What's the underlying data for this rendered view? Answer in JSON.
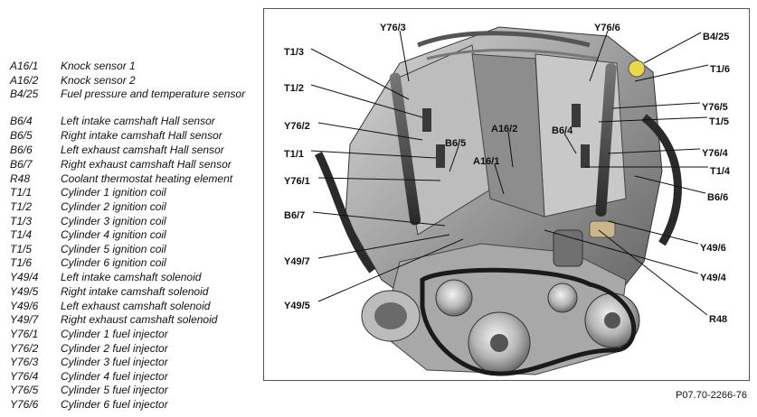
{
  "legend": [
    {
      "code": "A16/1",
      "desc": "Knock sensor 1"
    },
    {
      "code": "A16/2",
      "desc": "Knock sensor 2"
    },
    {
      "code": "B4/25",
      "desc": "Fuel pressure and temperature sensor"
    },
    {
      "code": "B6/4",
      "desc": "Left intake camshaft Hall sensor"
    },
    {
      "code": "B6/5",
      "desc": "Right intake camshaft Hall sensor"
    },
    {
      "code": "B6/6",
      "desc": "Left exhaust camshaft Hall sensor"
    },
    {
      "code": "B6/7",
      "desc": "Right exhaust camshaft Hall sensor"
    },
    {
      "code": "R48",
      "desc": "Coolant thermostat heating element"
    },
    {
      "code": "T1/1",
      "desc": "Cylinder 1 ignition coil"
    },
    {
      "code": "T1/2",
      "desc": "Cylinder 2 ignition coil"
    },
    {
      "code": "T1/3",
      "desc": "Cylinder 3 ignition coil"
    },
    {
      "code": "T1/4",
      "desc": "Cylinder 4 ignition coil"
    },
    {
      "code": "T1/5",
      "desc": "Cylinder 5 ignition coil"
    },
    {
      "code": "T1/6",
      "desc": "Cylinder 6 ignition coil"
    },
    {
      "code": "Y49/4",
      "desc": "Left intake camshaft solenoid"
    },
    {
      "code": "Y49/5",
      "desc": "Right intake camshaft solenoid"
    },
    {
      "code": "Y49/6",
      "desc": "Left exhaust camshaft solenoid"
    },
    {
      "code": "Y49/7",
      "desc": "Right exhaust camshaft solenoid"
    },
    {
      "code": "Y76/1",
      "desc": "Cylinder 1 fuel injector"
    },
    {
      "code": "Y76/2",
      "desc": "Cylinder 2 fuel injector"
    },
    {
      "code": "Y76/3",
      "desc": "Cylinder 3 fuel injector"
    },
    {
      "code": "Y76/4",
      "desc": "Cylinder 4 fuel injector"
    },
    {
      "code": "Y76/5",
      "desc": "Cylinder 5 fuel injector"
    },
    {
      "code": "Y76/6",
      "desc": "Cylinder 6 fuel injector"
    }
  ],
  "callouts": [
    {
      "id": "y76-3",
      "text": "Y76/3"
    },
    {
      "id": "y76-6",
      "text": "Y76/6"
    },
    {
      "id": "b4-25",
      "text": "B4/25"
    },
    {
      "id": "t1-3",
      "text": "T1/3"
    },
    {
      "id": "t1-6",
      "text": "T1/6"
    },
    {
      "id": "t1-2",
      "text": "T1/2"
    },
    {
      "id": "y76-5",
      "text": "Y76/5"
    },
    {
      "id": "t1-5",
      "text": "T1/5"
    },
    {
      "id": "y76-2",
      "text": "Y76/2"
    },
    {
      "id": "a16-2",
      "text": "A16/2"
    },
    {
      "id": "b6-4",
      "text": "B6/4"
    },
    {
      "id": "b6-5",
      "text": "B6/5"
    },
    {
      "id": "y76-4",
      "text": "Y76/4"
    },
    {
      "id": "t1-1",
      "text": "T1/1"
    },
    {
      "id": "a16-1",
      "text": "A16/1"
    },
    {
      "id": "t1-4",
      "text": "T1/4"
    },
    {
      "id": "y76-1",
      "text": "Y76/1"
    },
    {
      "id": "b6-6",
      "text": "B6/6"
    },
    {
      "id": "b6-7",
      "text": "B6/7"
    },
    {
      "id": "y49-6",
      "text": "Y49/6"
    },
    {
      "id": "y49-7",
      "text": "Y49/7"
    },
    {
      "id": "y49-4",
      "text": "Y49/4"
    },
    {
      "id": "y49-5",
      "text": "Y49/5"
    },
    {
      "id": "r48",
      "text": "R48"
    }
  ],
  "figure_code": "P07.70-2266-76"
}
